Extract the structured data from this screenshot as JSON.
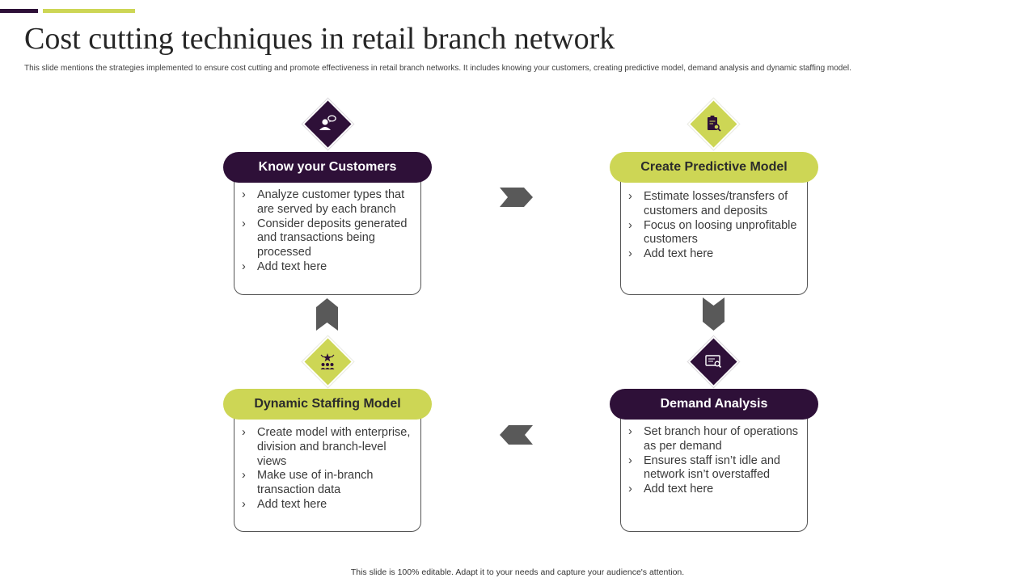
{
  "header": {
    "title": "Cost cutting techniques in retail branch network",
    "subtitle": "This slide mentions the strategies implemented to ensure cost cutting and promote effectiveness in retail branch networks. It includes knowing your customers, creating predictive model, demand analysis and dynamic staffing model."
  },
  "colors": {
    "dark": "#2e1038",
    "lime": "#cdd655",
    "arrow": "#595959"
  },
  "steps": [
    {
      "title": "Know your Customers",
      "icon": "customer-chat-icon",
      "bullets": [
        "Analyze customer types that are served by each branch",
        "Consider deposits generated and transactions being processed",
        "Add text here"
      ]
    },
    {
      "title": "Create Predictive Model",
      "icon": "clipboard-search-icon",
      "bullets": [
        "Estimate losses/transfers of customers and deposits",
        "Focus on loosing unprofitable customers",
        "Add text here"
      ]
    },
    {
      "title": "Demand Analysis",
      "icon": "document-search-icon",
      "bullets": [
        "Set branch hour of operations as per demand",
        "Ensures staff isn’t idle and network isn’t overstaffed",
        "Add text here"
      ]
    },
    {
      "title": "Dynamic Staffing Model",
      "icon": "team-star-icon",
      "bullets": [
        "Create model with enterprise, division and branch-level views",
        "Make use of in-branch transaction data",
        "Add text here"
      ]
    }
  ],
  "footer": "This slide is 100% editable. Adapt it to your needs and capture your audience's attention."
}
